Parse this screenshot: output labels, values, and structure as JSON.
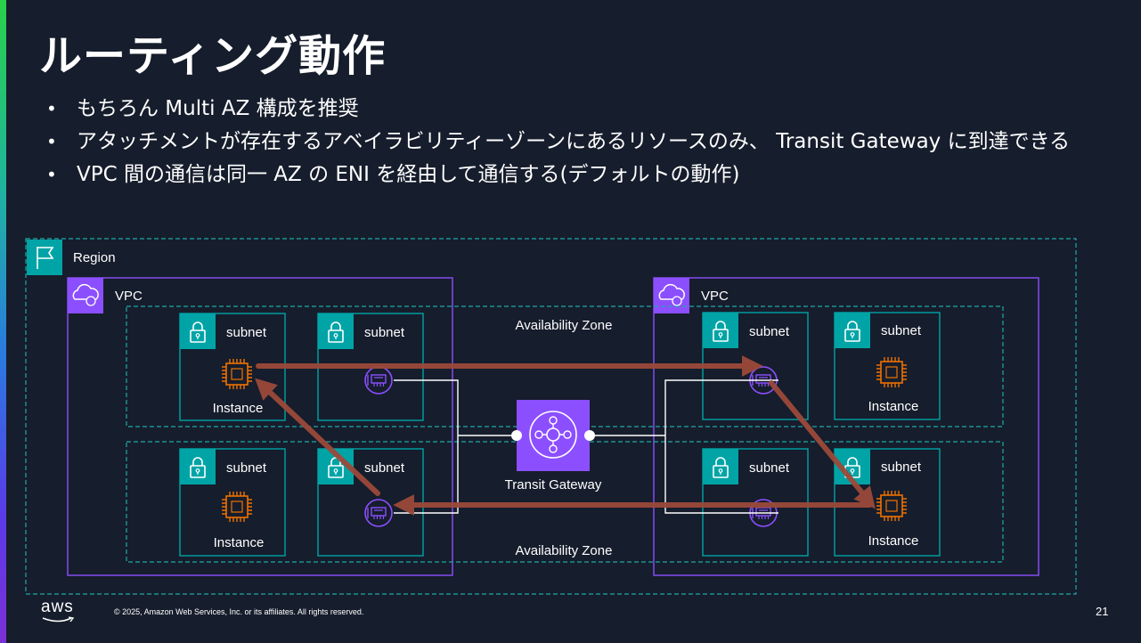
{
  "slide": {
    "title": "ルーティング動作",
    "bullets": [
      "もちろん Multi AZ 構成を推奨",
      "アタッチメントが存在するアベイラビリティーゾーンにあるリソースのみ、 Transit Gateway に到達できる",
      "VPC 間の通信は同一 AZ の ENI を経由して通信する(デフォルトの動作)"
    ],
    "page_number": "21",
    "copyright": "© 2025, Amazon Web Services, Inc. or its affiliates. All rights reserved.",
    "logo": "aws"
  },
  "diagram": {
    "region_label": "Region",
    "vpc_left_label": "VPC",
    "vpc_right_label": "VPC",
    "az_top_label": "Availability Zone",
    "az_bottom_label": "Availability Zone",
    "subnet_label": "subnet",
    "instance_label": "Instance",
    "tgw_label": "Transit Gateway"
  },
  "colors": {
    "background": "#161d2c",
    "region_border": "#1fa9a5",
    "vpc_border": "#8c4fff",
    "subnet_border": "#00a4a6",
    "az_border": "#1fa9a5",
    "instance_icon": "#ed7100",
    "eni_icon": "#8c4fff",
    "traffic_arrow": "#9b4a3a",
    "connector_line": "#ffffff"
  },
  "icons": {
    "region": "flag-icon",
    "vpc": "vpc-cloud-icon",
    "subnet": "lock-icon",
    "instance": "ec2-chip-icon",
    "eni": "network-interface-icon",
    "transit_gateway": "transit-gateway-icon"
  }
}
